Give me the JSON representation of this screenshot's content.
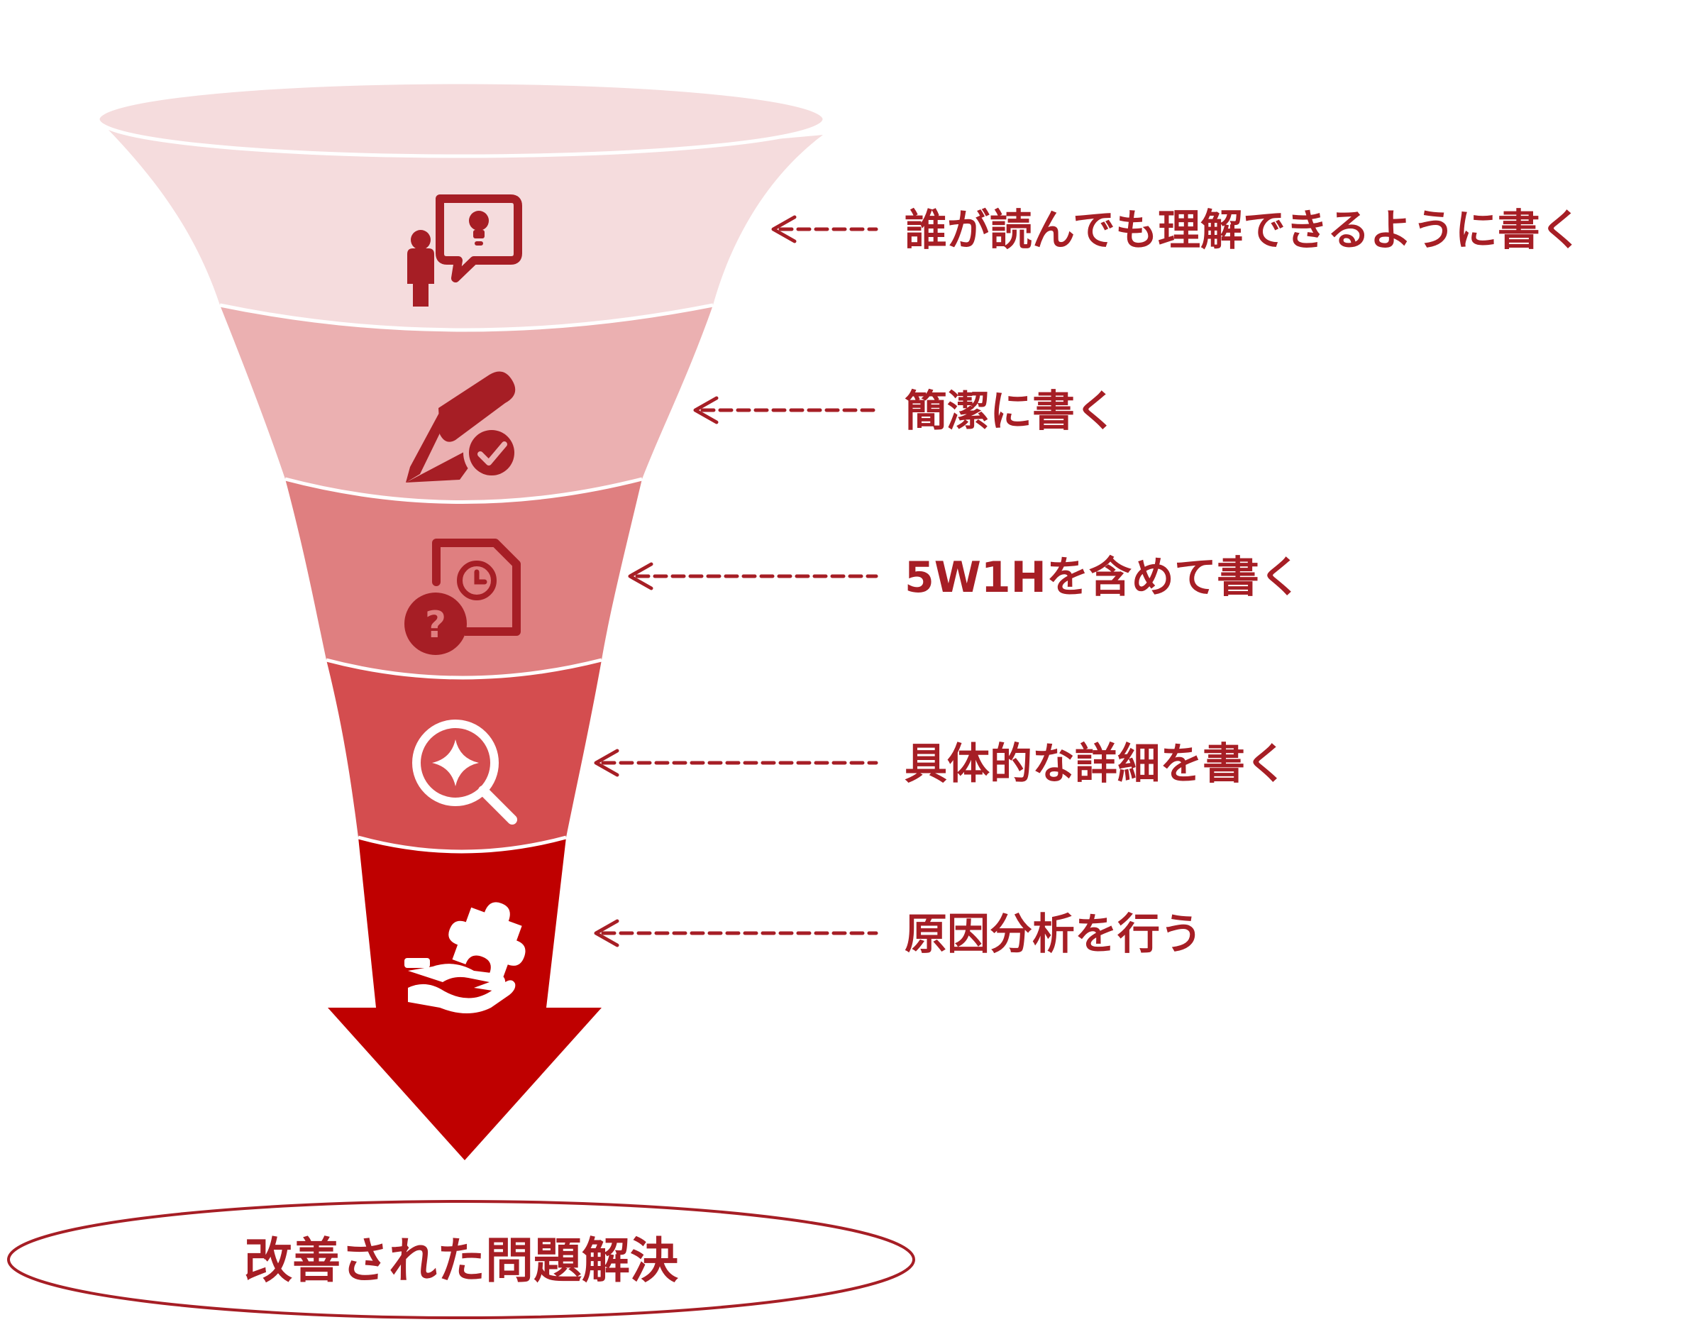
{
  "colors": {
    "accent": "#a61e25",
    "tier1": "#f5dcdd",
    "tier2": "#ebb0b1",
    "tier3": "#df7f80",
    "tier4": "#d44d4f",
    "tier5": "#bf0000",
    "divider": "#ffffff"
  },
  "steps": [
    {
      "label": "誰が読んでも理解できるように書く",
      "icon": "person-idea-speech-icon"
    },
    {
      "label": "簡潔に書く",
      "icon": "pencil-check-icon"
    },
    {
      "label": "5W1Hを含めて書く",
      "icon": "document-clock-question-icon"
    },
    {
      "label": "具体的な詳細を書く",
      "icon": "magnifier-sparkle-icon"
    },
    {
      "label": "原因分析を行う",
      "icon": "hand-puzzle-icon"
    }
  ],
  "result": {
    "label": "改善された問題解決"
  }
}
